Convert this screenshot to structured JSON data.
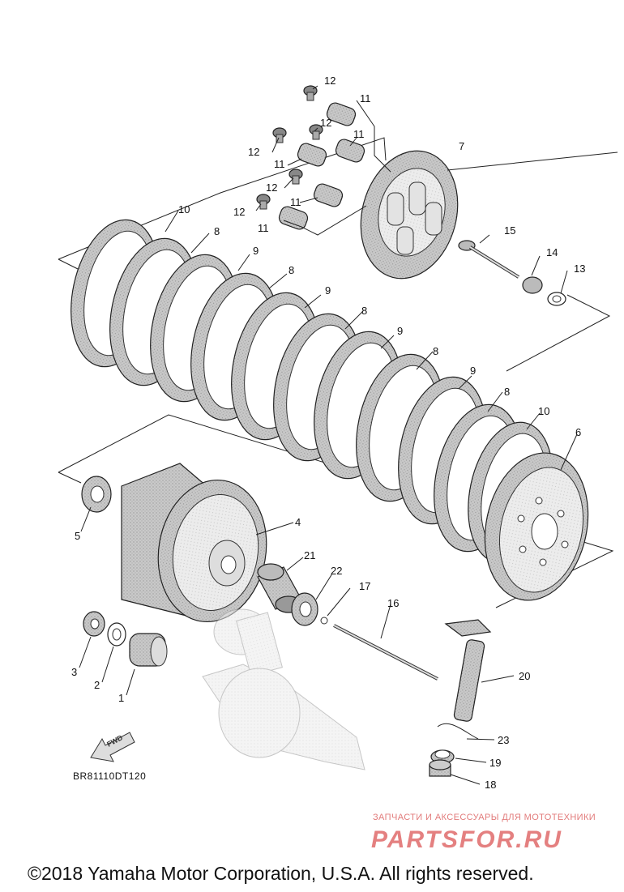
{
  "diagram": {
    "code": "BR81110DT120",
    "fwd_label": "FWD",
    "callouts": {
      "c1": "1",
      "c2": "2",
      "c3": "3",
      "c4": "4",
      "c5": "5",
      "c6": "6",
      "c7": "7",
      "c8": "8",
      "c9": "9",
      "c10": "10",
      "c11": "11",
      "c12": "12",
      "c13": "13",
      "c14": "14",
      "c15": "15",
      "c16": "16",
      "c17": "17",
      "c18": "18",
      "c19": "19",
      "c20": "20",
      "c21": "21",
      "c22": "22",
      "c23": "23"
    }
  },
  "watermark": {
    "tagline": "ЗАПЧАСТИ И АКСЕССУАРЫ ДЛЯ МОТОТЕХНИКИ",
    "brand": "PARTSFOR.RU"
  },
  "copyright": "©2018 Yamaha Motor Corporation, U.S.A. All rights reserved."
}
